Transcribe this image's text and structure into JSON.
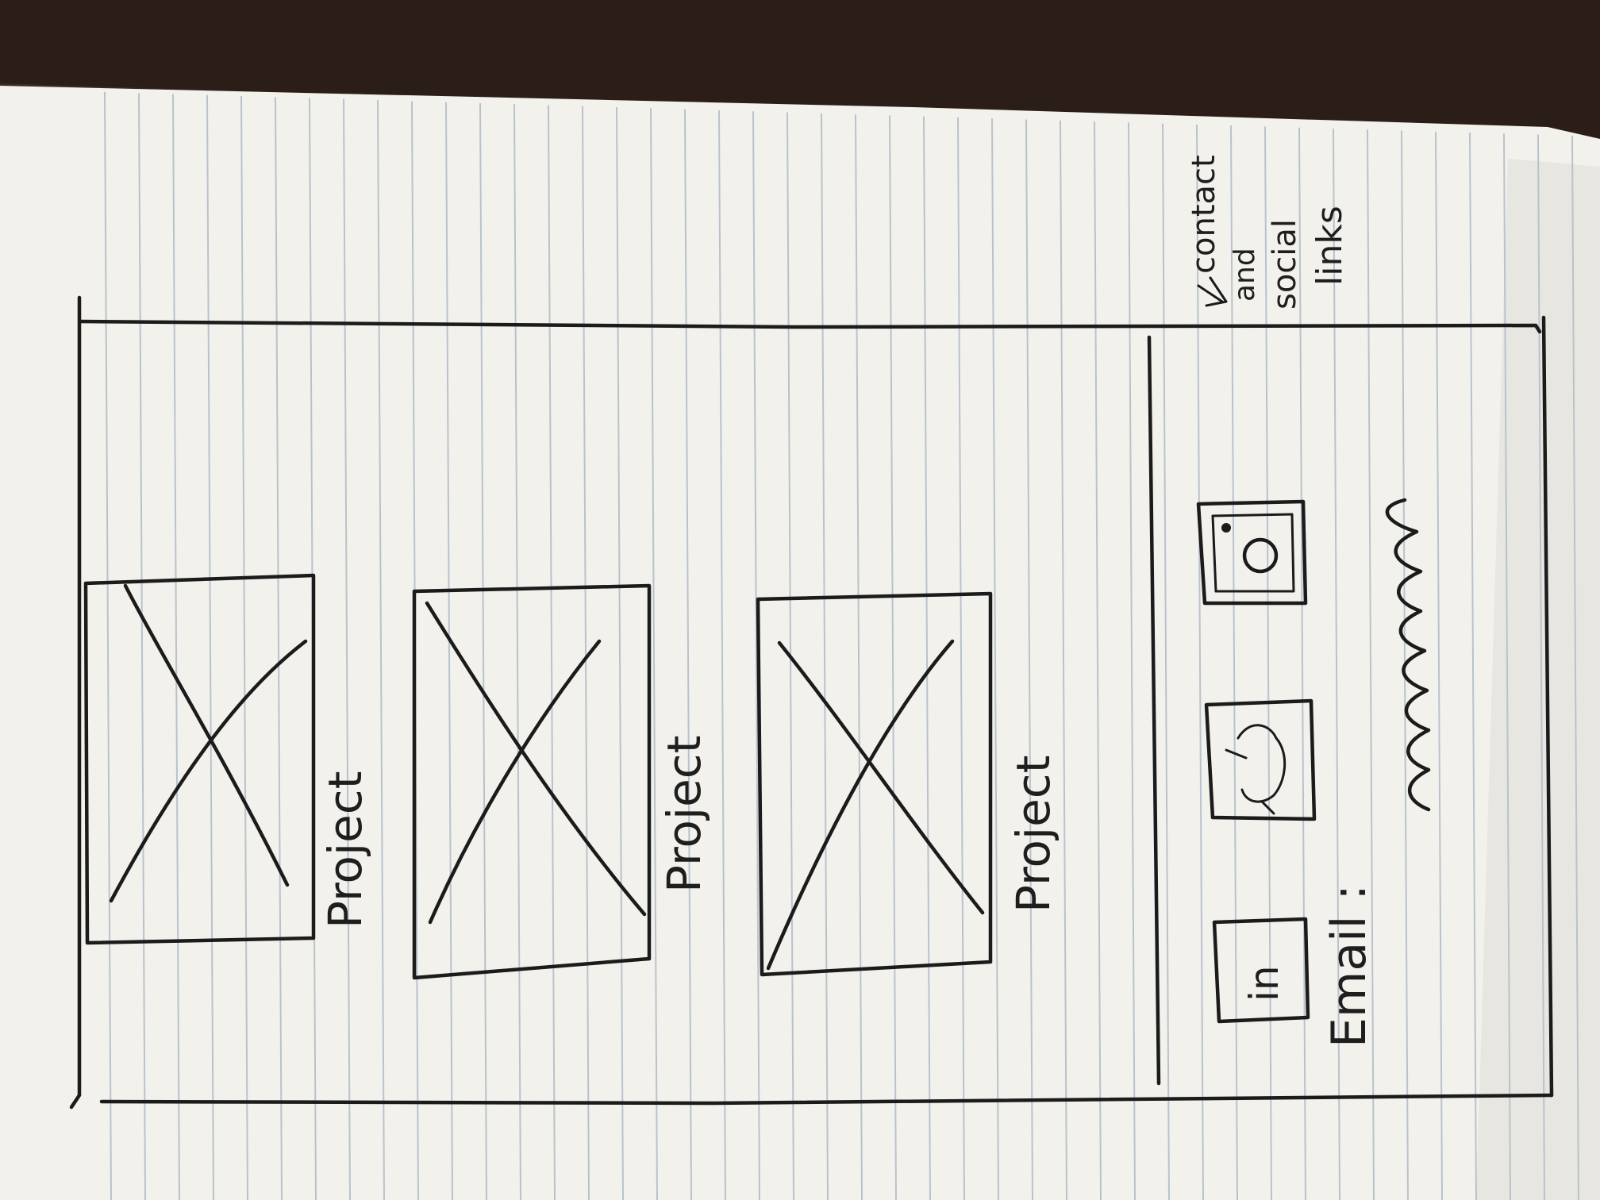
{
  "projects": [
    {
      "label": "Project"
    },
    {
      "label": "Project"
    },
    {
      "label": "Project"
    }
  ],
  "social": {
    "linkedin_label": "in"
  },
  "contact": {
    "email_label": "Email :"
  },
  "annotation": {
    "line1": "contact",
    "line2": "and",
    "line3": "social",
    "line4": "links"
  }
}
